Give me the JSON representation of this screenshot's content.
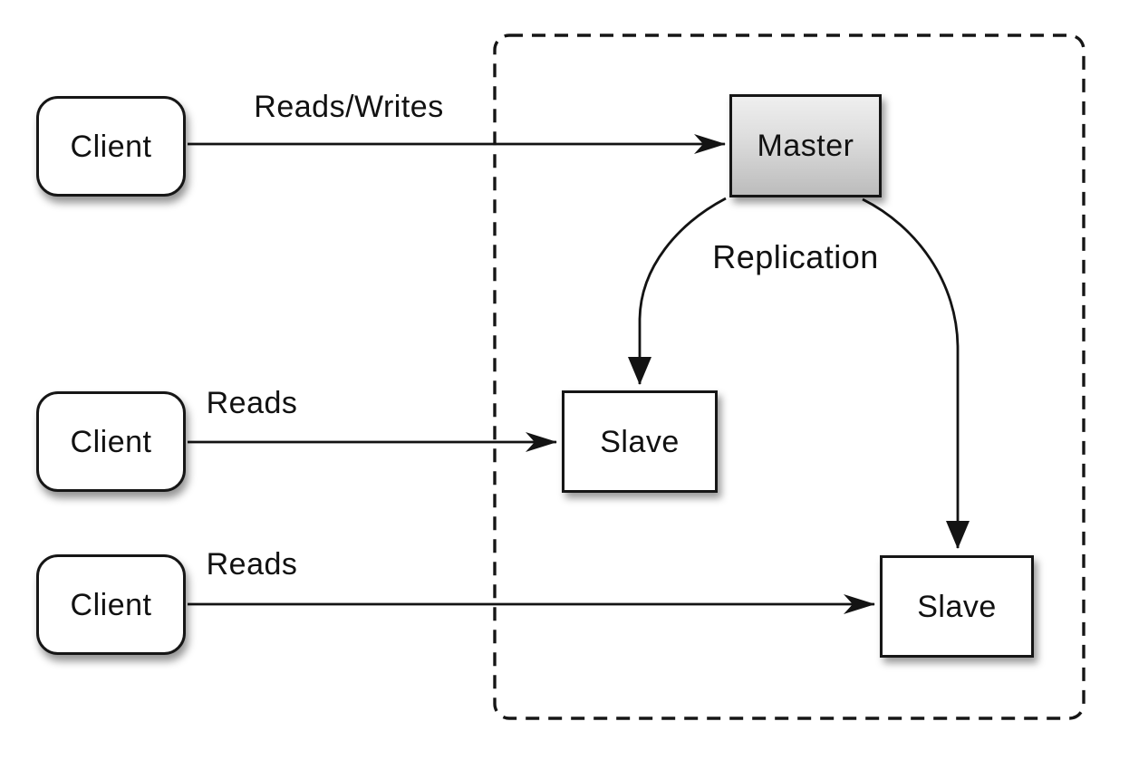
{
  "diagram": {
    "nodes": {
      "client1": {
        "label": "Client"
      },
      "client2": {
        "label": "Client"
      },
      "client3": {
        "label": "Client"
      },
      "master": {
        "label": "Master"
      },
      "slave1": {
        "label": "Slave"
      },
      "slave2": {
        "label": "Slave"
      }
    },
    "edges": {
      "client1_to_master": {
        "label": "Reads/Writes"
      },
      "client2_to_slave1": {
        "label": "Reads"
      },
      "client3_to_slave2": {
        "label": "Reads"
      },
      "master_to_slaves": {
        "label": "Replication"
      }
    },
    "colors": {
      "background": "#ffffff",
      "stroke": "#161616",
      "node_fill": "#ffffff",
      "master_fill_top": "#efefef",
      "master_fill_bottom": "#bcbcbc"
    }
  }
}
